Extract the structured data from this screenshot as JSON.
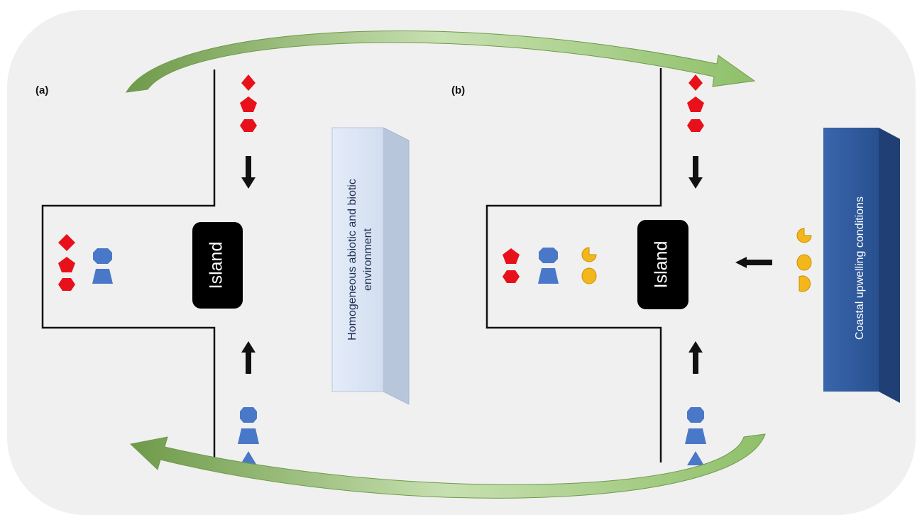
{
  "panels": {
    "a": {
      "label": "(a)",
      "island_label": "Island",
      "environment_label_lines": [
        "Homogeneous abiotic and biotic",
        "environment"
      ]
    },
    "b": {
      "label": "(b)",
      "island_label": "Island",
      "environment_label_lines": [
        "Coastal upwelling conditions"
      ]
    }
  },
  "colors": {
    "background": "#f0f0f0",
    "red_species": "#e8101a",
    "blue_species": "#4a78c8",
    "yellow_species": "#f4b71b",
    "island": "#000000",
    "light_box_front": "#dce6f5",
    "dark_box_front": "#2e579a",
    "cycle_arrow": "#8fc06a"
  },
  "icons": [
    "red-diamond-icon",
    "red-pentagon-icon",
    "red-hexagon-icon",
    "blue-octagon-icon",
    "blue-trapezoid-icon",
    "blue-triangle-icon",
    "yellow-pacman-icon",
    "yellow-oval-icon",
    "yellow-half-circle-icon",
    "down-arrow-icon",
    "up-arrow-icon",
    "left-arrow-icon",
    "curved-arrow-icon"
  ]
}
